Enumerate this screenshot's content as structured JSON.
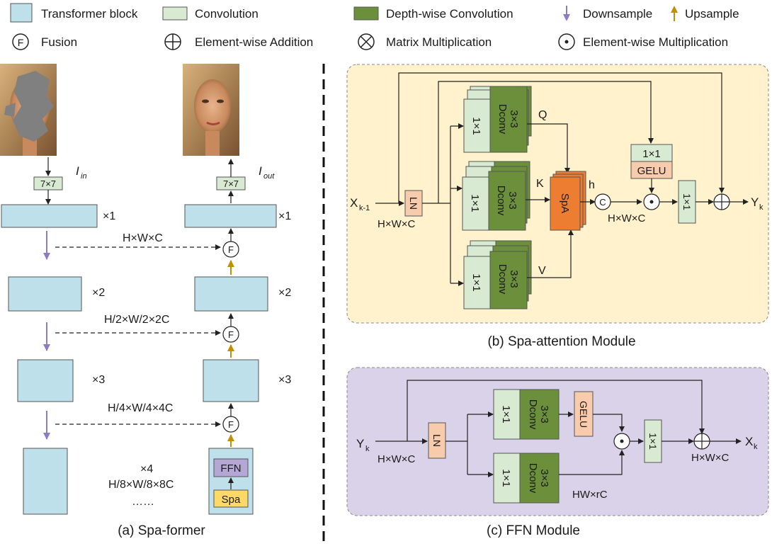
{
  "legend": {
    "transformer_block": "Transformer block",
    "convolution": "Convolution",
    "depthwise": "Depth-wise Convolution",
    "downsample": "Downsample",
    "upsample": "Upsample",
    "fusion_symbol": "F",
    "fusion": "Fusion",
    "addition": "Element-wise Addition",
    "matmul": "Matrix Multiplication",
    "elemmul": "Element-wise Multiplication"
  },
  "colors": {
    "transformer": "#bee0ea",
    "convolution": "#d9ead3",
    "depthwise": "#6b8f3a",
    "layernorm": "#f8cbad",
    "spa": "#ed7d31",
    "ffn_block": "#b4a7d6",
    "spa_block": "#ffd966",
    "downsample_arrow": "#8e7cc3",
    "upsample_arrow": "#bf9000",
    "panel_b": "#fff2cc",
    "panel_c": "#d9d2e9"
  },
  "panel_a": {
    "caption": "(a) Spa-former",
    "input_image_label": "I",
    "input_image_sub": "in",
    "output_image_label": "I",
    "output_image_sub": "out",
    "conv_label": "7×7",
    "levels": [
      {
        "repeat": "×1",
        "dims": "H×W×C"
      },
      {
        "repeat": "×2",
        "dims": "H/2×W/2×2C"
      },
      {
        "repeat": "×3",
        "dims": "H/4×W/4×4C"
      },
      {
        "repeat": "×4",
        "dims": "H/8×W/8×8C"
      }
    ],
    "ellipsis": "……",
    "ffn_label": "FFN",
    "spa_label": "Spa",
    "fusion_symbol": "F"
  },
  "panel_b": {
    "caption": "(b) Spa-attention Module",
    "input": "X",
    "input_sub": "k-1",
    "output": "Y",
    "output_sub": "k",
    "ln": "LN",
    "dims_in": "H×W×C",
    "dims_mid": "H×W×C",
    "conv1": "1×1",
    "dconv_top": "3×3",
    "dconv_bottom": "Dconv",
    "q": "Q",
    "k": "K",
    "v": "V",
    "spa": "SpA",
    "heads": "h",
    "concat": "C",
    "gate_conv": "1×1",
    "gelu": "GELU",
    "proj_conv": "1×1"
  },
  "panel_c": {
    "caption": "(c) FFN Module",
    "input": "Y",
    "input_sub": "k",
    "output": "X",
    "output_sub": "k",
    "ln": "LN",
    "dims_in": "H×W×C",
    "dims_out": "H×W×C",
    "dims_hidden": "HW×rC",
    "conv1": "1×1",
    "dconv_top": "3×3",
    "dconv_bottom": "Dconv",
    "gelu": "GELU",
    "proj_conv": "1×1"
  }
}
